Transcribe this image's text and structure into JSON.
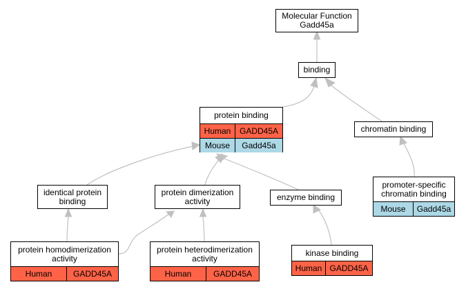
{
  "colors": {
    "human": "#ff6347",
    "mouse": "#add8e6",
    "edge": "#c0c0c0",
    "border": "#000000"
  },
  "nodes": {
    "root": {
      "label": "Molecular Function\nGadd45a"
    },
    "binding": {
      "label": "binding"
    },
    "protein_binding": {
      "label": "protein binding",
      "rows": [
        {
          "org": "Human",
          "gene": "GADD45A"
        },
        {
          "org": "Mouse",
          "gene": "Gadd45a"
        }
      ]
    },
    "chromatin_binding": {
      "label": "chromatin binding"
    },
    "identical_protein_binding": {
      "label": "identical protein\nbinding"
    },
    "protein_dimerization_activity": {
      "label": "protein dimerization\nactivity"
    },
    "enzyme_binding": {
      "label": "enzyme binding"
    },
    "promoter_specific_chromatin_binding": {
      "label": "promoter-specific\nchromatin binding",
      "rows": [
        {
          "org": "Mouse",
          "gene": "Gadd45a"
        }
      ]
    },
    "protein_homodimerization_activity": {
      "label": "protein homodimerization\nactivity",
      "rows": [
        {
          "org": "Human",
          "gene": "GADD45A"
        }
      ]
    },
    "protein_heterodimerization_activity": {
      "label": "protein heterodimerization\nactivity",
      "rows": [
        {
          "org": "Human",
          "gene": "GADD45A"
        }
      ]
    },
    "kinase_binding": {
      "label": "kinase binding",
      "rows": [
        {
          "org": "Human",
          "gene": "GADD45A"
        }
      ]
    }
  }
}
